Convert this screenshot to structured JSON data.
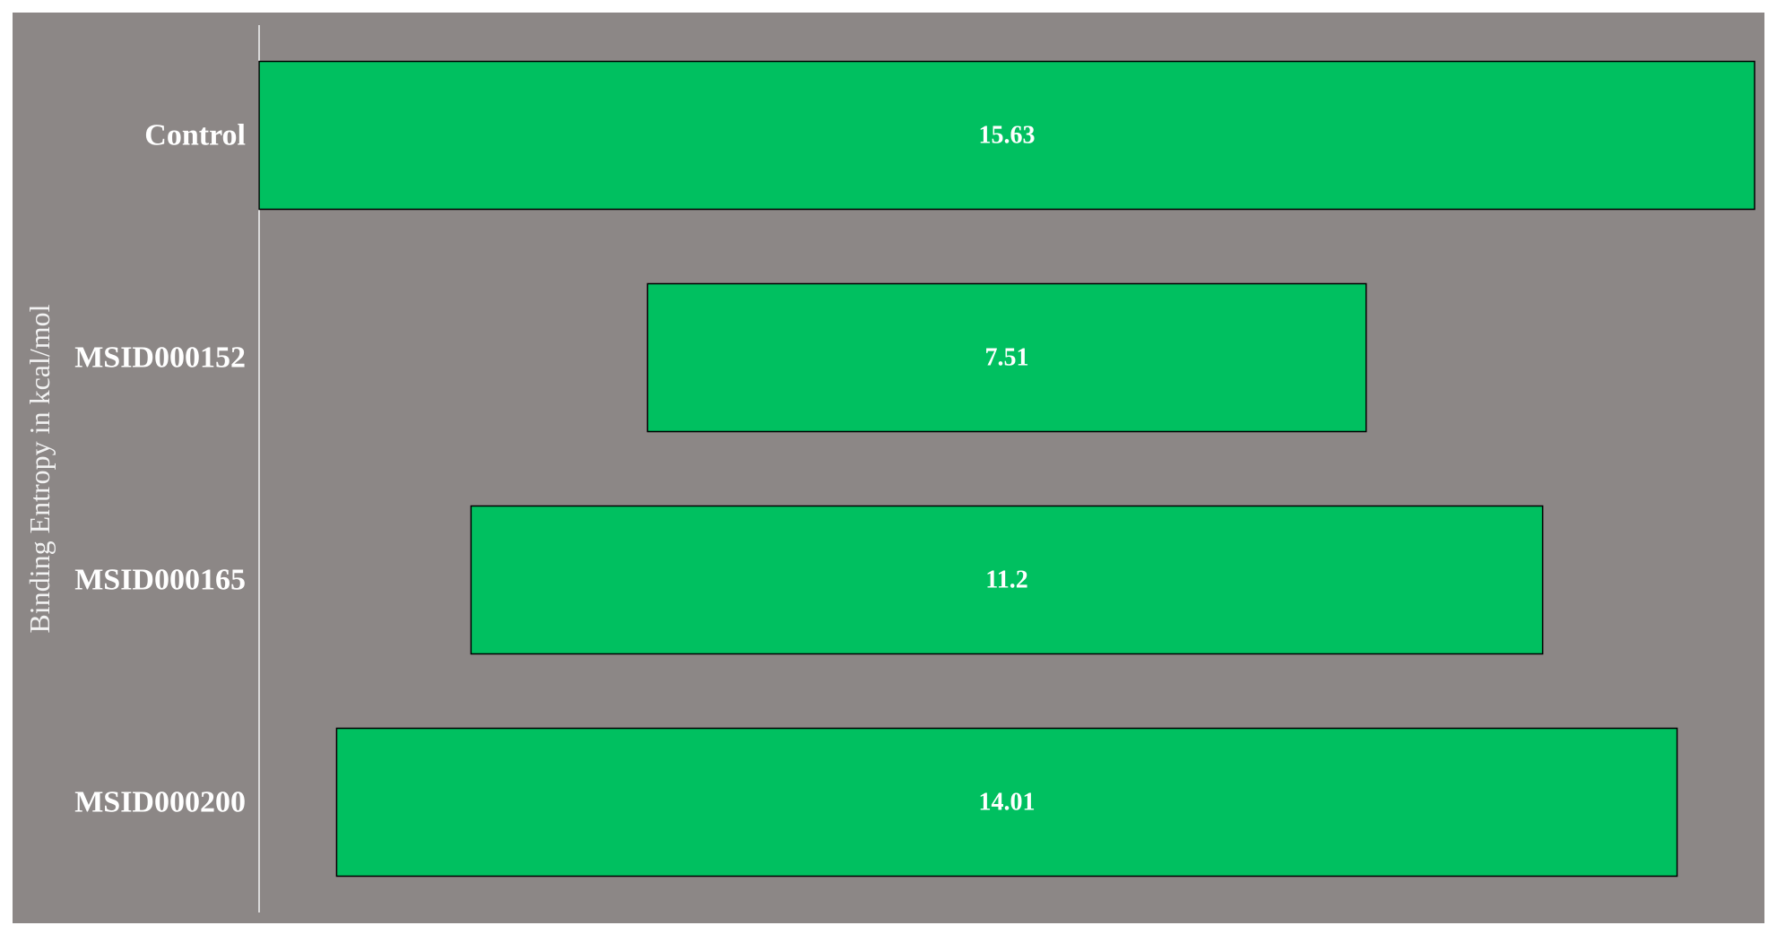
{
  "chart_data": {
    "type": "bar",
    "orientation": "horizontal",
    "layout_style": "centered-funnel",
    "categories": [
      "Control",
      "MSID000152",
      "MSID000165",
      "MSID000200"
    ],
    "values": [
      15.63,
      7.51,
      11.2,
      14.01
    ],
    "data_labels": [
      "15.63",
      "7.51",
      "11.2",
      "14.01"
    ],
    "title": "",
    "xlabel": "",
    "ylabel": "Binding Entropy in kcal/mol",
    "xlim": [
      0,
      15.63
    ],
    "grid": false,
    "legend": "none",
    "colors": {
      "plot_background": "#8c8786",
      "bar_fill": "#00c060",
      "bar_stroke": "#000000",
      "text": "#ffffff",
      "axis_line": "#d9d9d9"
    }
  }
}
